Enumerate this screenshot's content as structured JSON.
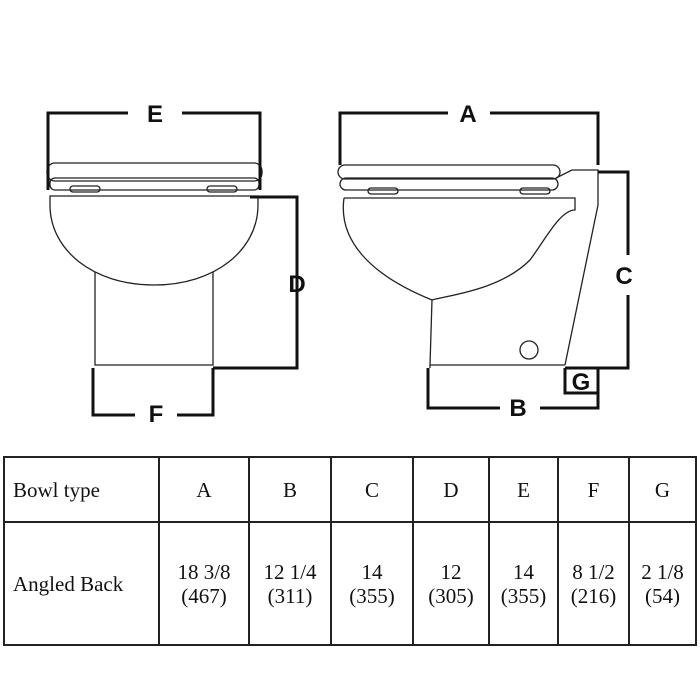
{
  "labels": {
    "A": "A",
    "B": "B",
    "C": "C",
    "D": "D",
    "E": "E",
    "F": "F",
    "G": "G"
  },
  "table": {
    "header": [
      "Bowl type",
      "A",
      "B",
      "C",
      "D",
      "E",
      "F",
      "G"
    ],
    "rows": [
      {
        "label": "Angled Back",
        "cells": [
          {
            "inch": "18 3/8",
            "mm": "(467)"
          },
          {
            "inch": "12 1/4",
            "mm": "(311)"
          },
          {
            "inch": "14",
            "mm": "(355)"
          },
          {
            "inch": "12",
            "mm": "(305)"
          },
          {
            "inch": "14",
            "mm": "(355)"
          },
          {
            "inch": "8 1/2",
            "mm": "(216)"
          },
          {
            "inch": "2 1/8",
            "mm": "(54)"
          }
        ]
      }
    ]
  }
}
